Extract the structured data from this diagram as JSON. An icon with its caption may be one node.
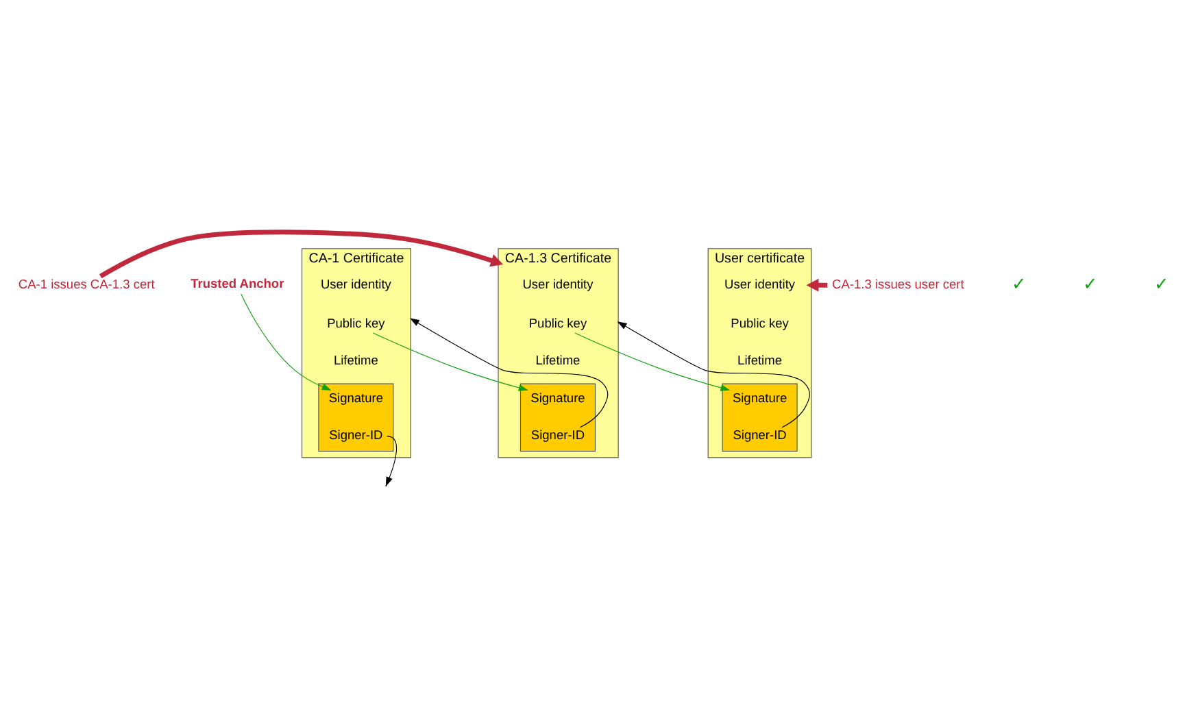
{
  "diagram": {
    "nodes": [
      {
        "text": [
          "CA-1 issues CA-1.3 cert"
        ]
      },
      {
        "text": [
          "Trusted Anchor"
        ]
      },
      {
        "text": [
          "CA-1 Certificate"
        ]
      },
      {
        "text": [
          "User identity"
        ],
        "in": 2
      },
      {
        "text": [
          "Public key"
        ],
        "in": 2
      },
      {
        "text": [
          "Lifetime"
        ],
        "in": 2
      },
      {
        "text": [],
        "shape": "box",
        "in": 2
      },
      {
        "text": [
          "Signature"
        ],
        "in": 6
      },
      {
        "text": [
          "Signer-ID"
        ],
        "in": 6
      },
      {
        "text": [
          "CA-1.3 issues user cert"
        ]
      },
      {
        "text": [
          "CA-1.3 Certificate"
        ]
      },
      {
        "text": [
          "User identity"
        ],
        "in": 10
      },
      {
        "text": [
          "Public key"
        ],
        "in": 10
      },
      {
        "text": [
          "Lifetime"
        ],
        "in": 10
      },
      {
        "text": [],
        "shape": "box",
        "in": 10
      },
      {
        "text": [
          "Signature"
        ],
        "in": 14
      },
      {
        "text": [
          "Signer-ID"
        ],
        "in": 14
      },
      {
        "text": [
          "User certificate"
        ]
      },
      {
        "text": [
          "User identity"
        ],
        "in": 17
      },
      {
        "text": [
          "Public key"
        ],
        "in": 17
      },
      {
        "text": [
          "Lifetime"
        ],
        "in": 17
      },
      {
        "text": [],
        "shape": "box",
        "in": 17
      },
      {
        "text": [
          "Signature"
        ],
        "in": 21
      },
      {
        "text": [
          "Signer-ID"
        ],
        "in": 21
      }
    ],
    "edges": [
      {
        "from": 0,
        "to": 10,
        "arrow": "to",
        "color": "#c0283c",
        "style": "thick"
      },
      {
        "from": 9,
        "to": 17,
        "arrow": "to",
        "color": "#c0283c",
        "style": "thick"
      },
      {
        "from": 1,
        "to": 7,
        "arrow": "to",
        "color": "#11a011"
      },
      {
        "from": 4,
        "to": 15,
        "arrow": "to",
        "color": "#11a011"
      },
      {
        "from": 12,
        "to": 22,
        "arrow": "to",
        "color": "#11a011"
      },
      {
        "from": 8,
        "to": null,
        "arrow": "to",
        "color": "#000000"
      },
      {
        "from": 16,
        "to": 2,
        "arrow": "to",
        "color": "#000000"
      },
      {
        "from": 23,
        "to": 10,
        "arrow": "to",
        "color": "#000000"
      }
    ],
    "labels": [
      "✓",
      "✓",
      "✓"
    ]
  }
}
